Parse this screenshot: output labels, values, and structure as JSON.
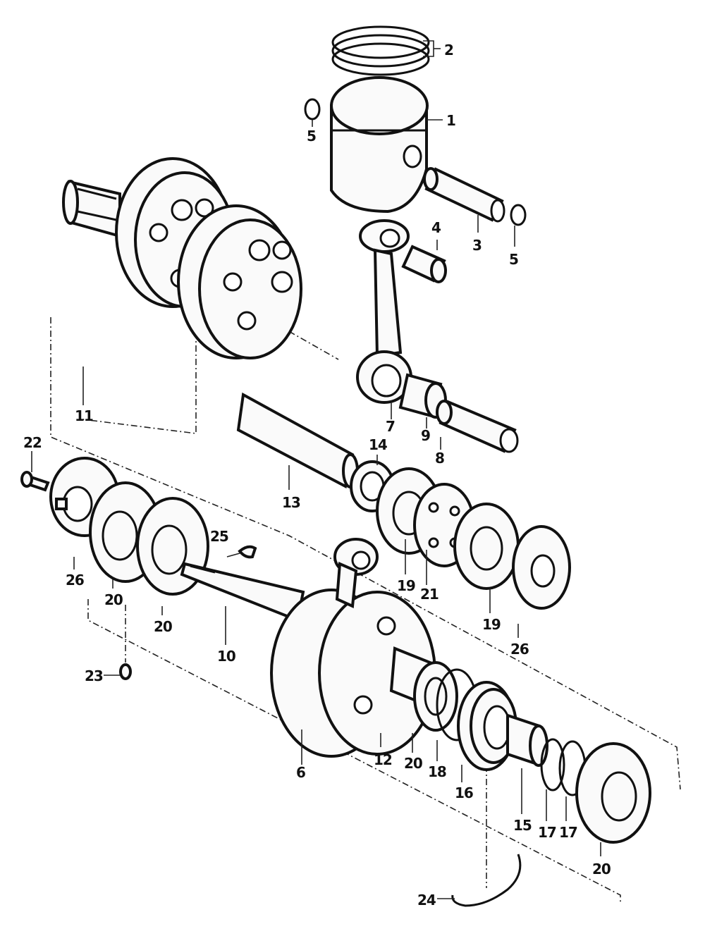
{
  "callouts": {
    "c1": "1",
    "c2": "2",
    "c3": "3",
    "c4": "4",
    "c5a": "5",
    "c5b": "5",
    "c6": "6",
    "c7": "7",
    "c8": "8",
    "c9": "9",
    "c10": "10",
    "c11": "11",
    "c12": "12",
    "c13": "13",
    "c14": "14",
    "c15": "15",
    "c16": "16",
    "c17a": "17",
    "c17b": "17",
    "c18": "18",
    "c19a": "19",
    "c19b": "19",
    "c20a": "20",
    "c20b": "20",
    "c20c": "20",
    "c20d": "20",
    "c21": "21",
    "c22": "22",
    "c23": "23",
    "c24": "24",
    "c25": "25",
    "c26a": "26",
    "c26b": "26"
  }
}
